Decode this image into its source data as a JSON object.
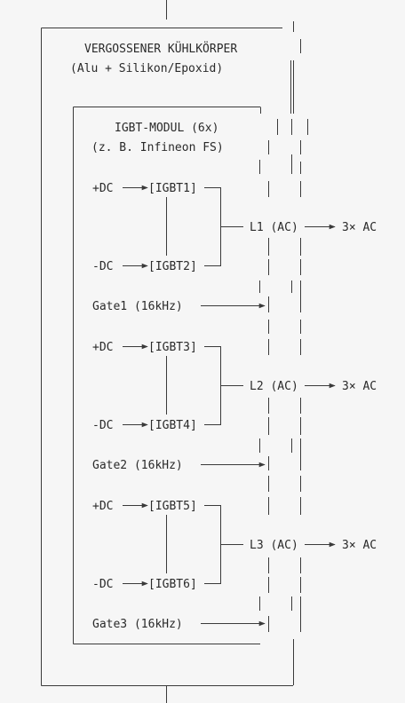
{
  "heatsink": {
    "title": "VERGOSSENER KÜHLKÖRPER",
    "subtitle": "(Alu + Silikon/Epoxid)"
  },
  "module": {
    "title": "IGBT-MODUL (6x)",
    "subtitle": "(z. B. Infineon FS)"
  },
  "phases": [
    {
      "pos_label": "+DC",
      "neg_label": "-DC",
      "igbt_top": "[IGBT1]",
      "igbt_bottom": "[IGBT2]",
      "output": "L1 (AC)",
      "ac_label": "3× AC",
      "gate": "Gate1 (16kHz)"
    },
    {
      "pos_label": "+DC",
      "neg_label": "-DC",
      "igbt_top": "[IGBT3]",
      "igbt_bottom": "[IGBT4]",
      "output": "L2 (AC)",
      "ac_label": "3× AC",
      "gate": "Gate2 (16kHz)"
    },
    {
      "pos_label": "+DC",
      "neg_label": "-DC",
      "igbt_top": "[IGBT5]",
      "igbt_bottom": "[IGBT6]",
      "output": "L3 (AC)",
      "ac_label": "3× AC",
      "gate": "Gate3 (16kHz)"
    }
  ]
}
